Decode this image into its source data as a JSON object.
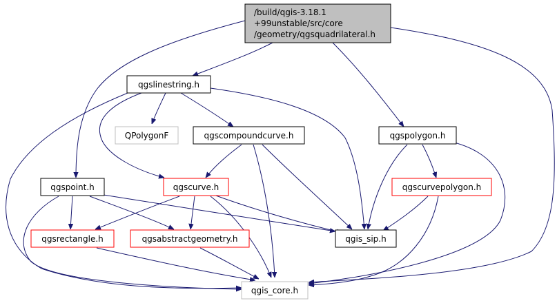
{
  "colors": {
    "edge": "#191970",
    "root_fill": "#bfbfbf",
    "root_stroke": "#000000",
    "normal_stroke": "#000000",
    "red_stroke": "#ff0000",
    "gray_stroke": "#bfbfbf",
    "text": "#000000"
  },
  "nodes": {
    "root": {
      "lines": [
        "/build/qgis-3.18.1",
        "+99unstable/src/core",
        "/geometry/qgsquadrilateral.h"
      ]
    },
    "linestring": {
      "label": "qgslinestring.h"
    },
    "polygonf": {
      "label": "QPolygonF"
    },
    "compoundcurve": {
      "label": "qgscompoundcurve.h"
    },
    "polygon": {
      "label": "qgspolygon.h"
    },
    "point": {
      "label": "qgspoint.h"
    },
    "curve": {
      "label": "qgscurve.h"
    },
    "curvepolygon": {
      "label": "qgscurvepolygon.h"
    },
    "rectangle": {
      "label": "qgsrectangle.h"
    },
    "abstractgeometry": {
      "label": "qgsabstractgeometry.h"
    },
    "sip": {
      "label": "qgis_sip.h"
    },
    "core": {
      "label": "qgis_core.h"
    }
  },
  "edges": [
    [
      "root",
      "linestring"
    ],
    [
      "root",
      "point"
    ],
    [
      "root",
      "polygon"
    ],
    [
      "root",
      "core"
    ],
    [
      "linestring",
      "polygonf"
    ],
    [
      "linestring",
      "compoundcurve"
    ],
    [
      "linestring",
      "curve"
    ],
    [
      "linestring",
      "sip"
    ],
    [
      "linestring",
      "core"
    ],
    [
      "compoundcurve",
      "curve"
    ],
    [
      "compoundcurve",
      "sip"
    ],
    [
      "compoundcurve",
      "core"
    ],
    [
      "polygon",
      "curvepolygon"
    ],
    [
      "polygon",
      "sip"
    ],
    [
      "polygon",
      "core"
    ],
    [
      "point",
      "rectangle"
    ],
    [
      "point",
      "abstractgeometry"
    ],
    [
      "point",
      "sip"
    ],
    [
      "point",
      "core"
    ],
    [
      "curve",
      "rectangle"
    ],
    [
      "curve",
      "abstractgeometry"
    ],
    [
      "curve",
      "sip"
    ],
    [
      "curve",
      "core"
    ],
    [
      "curvepolygon",
      "sip"
    ],
    [
      "curvepolygon",
      "core"
    ],
    [
      "rectangle",
      "core"
    ],
    [
      "abstractgeometry",
      "core"
    ]
  ]
}
